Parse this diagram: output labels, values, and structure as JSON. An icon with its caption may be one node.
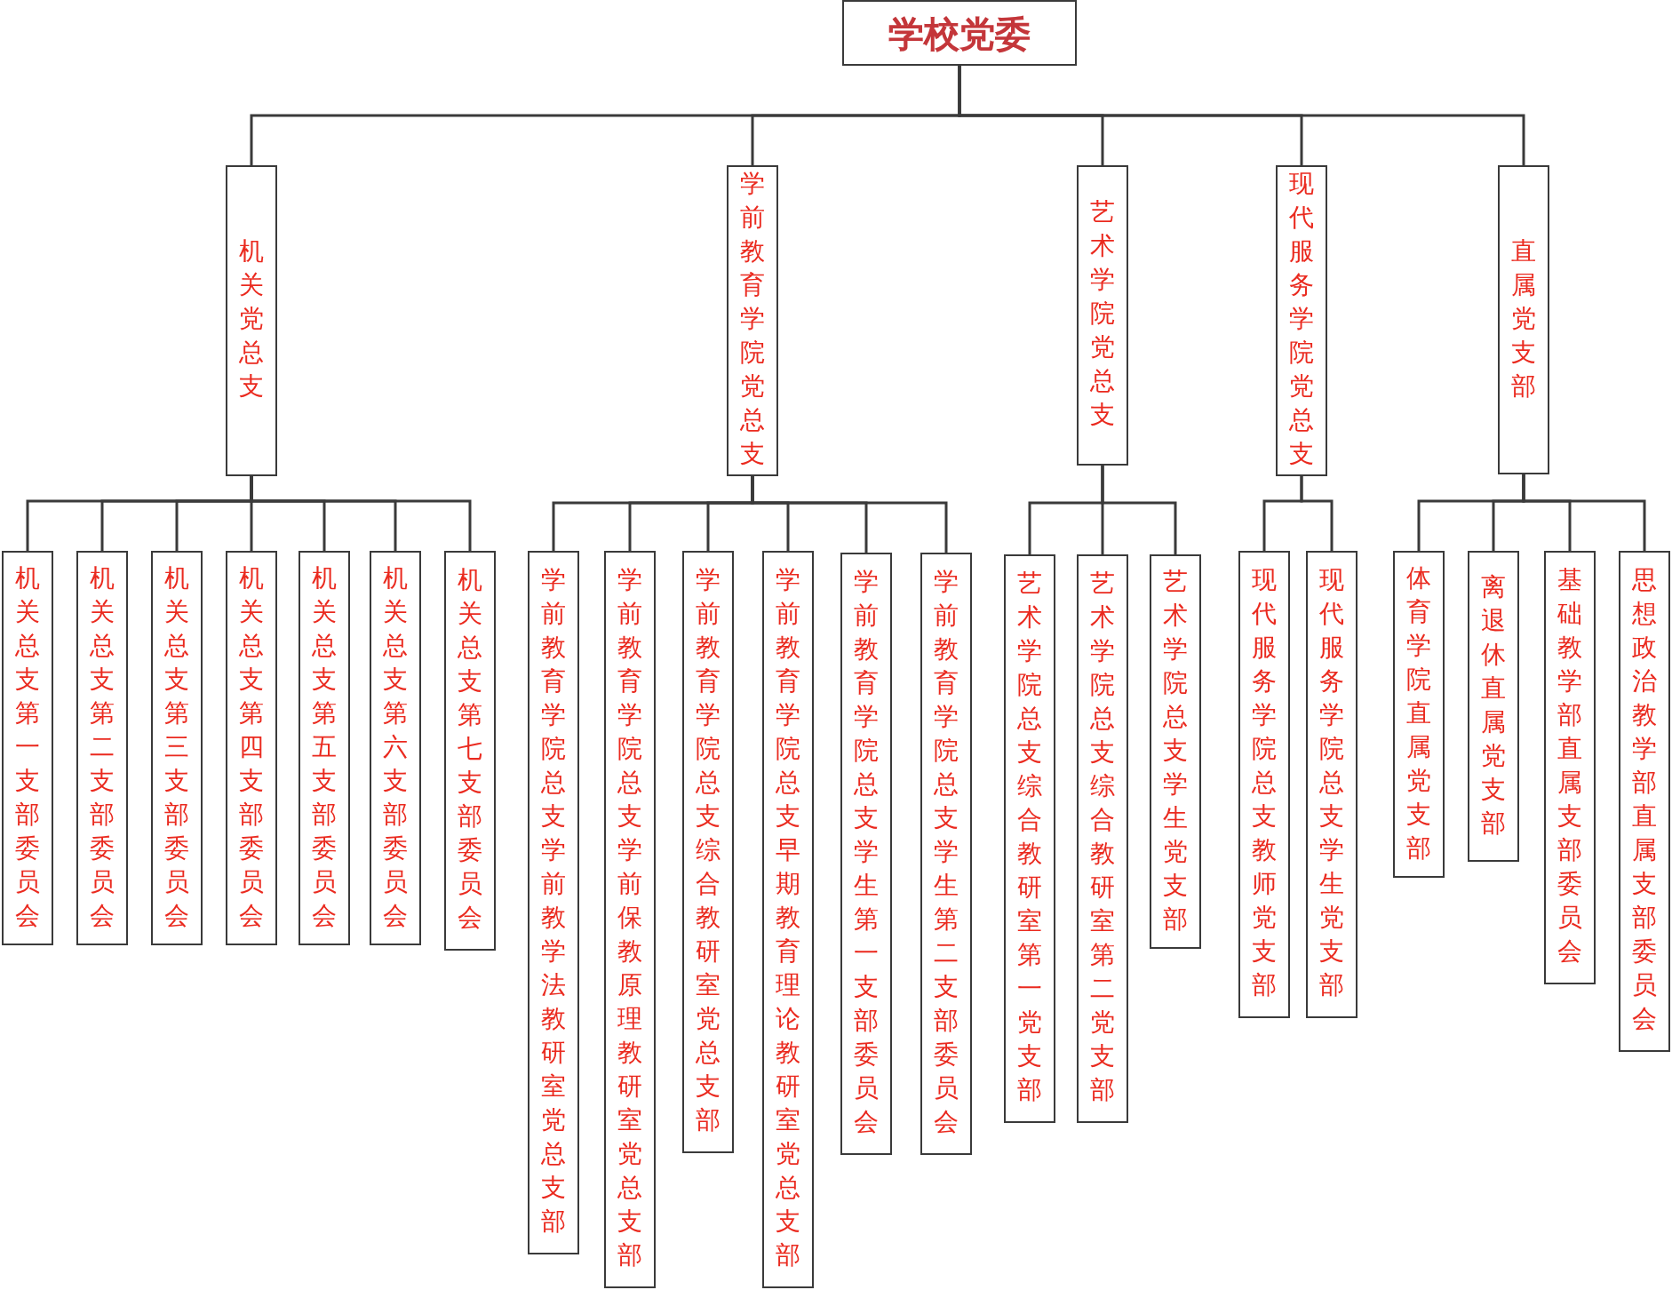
{
  "diagram": {
    "nodes": [
      {
        "text": [
          "学校党委"
        ]
      },
      {
        "text": [
          "机关党总支"
        ]
      },
      {
        "text": [
          "学前教育学院党总支"
        ]
      },
      {
        "text": [
          "艺术学院党总支"
        ]
      },
      {
        "text": [
          "现代服务学院党总支"
        ]
      },
      {
        "text": [
          "直属党支部"
        ]
      },
      {
        "text": [
          "机关总支第一支部委员会"
        ]
      },
      {
        "text": [
          "机关总支第二支部委员会"
        ]
      },
      {
        "text": [
          "机关总支第三支部委员会"
        ]
      },
      {
        "text": [
          "机关总支第四支部委员会"
        ]
      },
      {
        "text": [
          "机关总支第五支部委员会"
        ]
      },
      {
        "text": [
          "机关总支第六支部委员会"
        ]
      },
      {
        "text": [
          "机关总支第七支部委员会"
        ]
      },
      {
        "text": [
          "学前教育学院总支学前教学法教研室党总支部"
        ]
      },
      {
        "text": [
          "学前教育学院总支学前保教原理教研室党总支部"
        ]
      },
      {
        "text": [
          "学前教育学院总支综合教研室党总支部"
        ]
      },
      {
        "text": [
          "学前教育学院总支早期教育理论教研室党总支部"
        ]
      },
      {
        "text": [
          "学前教育学院总支学生第一支部委员会"
        ]
      },
      {
        "text": [
          "学前教育学院总支学生第二支部委员会"
        ]
      },
      {
        "text": [
          "艺术学院总支综合教研室第一党支部"
        ]
      },
      {
        "text": [
          "艺术学院总支综合教研室第二党支部"
        ]
      },
      {
        "text": [
          "艺术学院总支学生党支部"
        ]
      },
      {
        "text": [
          "现代服务学院总支教师党支部"
        ]
      },
      {
        "text": [
          "现代服务学院总支学生党支部"
        ]
      },
      {
        "text": [
          "体育学院直属党支部"
        ]
      },
      {
        "text": [
          "离退休直属党支部"
        ]
      },
      {
        "text": [
          "基础教学部直属支部委员会"
        ]
      },
      {
        "text": [
          "思想政治教学部直属支部委员会"
        ]
      }
    ],
    "edges": [
      {
        "from": 0,
        "to": 1,
        "arrow": "none"
      },
      {
        "from": 0,
        "to": 2,
        "arrow": "none"
      },
      {
        "from": 0,
        "to": 3,
        "arrow": "none"
      },
      {
        "from": 0,
        "to": 4,
        "arrow": "none"
      },
      {
        "from": 0,
        "to": 5,
        "arrow": "none"
      },
      {
        "from": 1,
        "to": 6,
        "arrow": "none"
      },
      {
        "from": 1,
        "to": 7,
        "arrow": "none"
      },
      {
        "from": 1,
        "to": 8,
        "arrow": "none"
      },
      {
        "from": 1,
        "to": 9,
        "arrow": "none"
      },
      {
        "from": 1,
        "to": 10,
        "arrow": "none"
      },
      {
        "from": 1,
        "to": 11,
        "arrow": "none"
      },
      {
        "from": 1,
        "to": 12,
        "arrow": "none"
      },
      {
        "from": 2,
        "to": 13,
        "arrow": "none"
      },
      {
        "from": 2,
        "to": 14,
        "arrow": "none"
      },
      {
        "from": 2,
        "to": 15,
        "arrow": "none"
      },
      {
        "from": 2,
        "to": 16,
        "arrow": "none"
      },
      {
        "from": 2,
        "to": 17,
        "arrow": "none"
      },
      {
        "from": 2,
        "to": 18,
        "arrow": "none"
      },
      {
        "from": 3,
        "to": 19,
        "arrow": "none"
      },
      {
        "from": 3,
        "to": 20,
        "arrow": "none"
      },
      {
        "from": 3,
        "to": 21,
        "arrow": "none"
      },
      {
        "from": 4,
        "to": 22,
        "arrow": "none"
      },
      {
        "from": 4,
        "to": 23,
        "arrow": "none"
      },
      {
        "from": 5,
        "to": 24,
        "arrow": "none"
      },
      {
        "from": 5,
        "to": 25,
        "arrow": "none"
      },
      {
        "from": 5,
        "to": 26,
        "arrow": "none"
      },
      {
        "from": 5,
        "to": 27,
        "arrow": "none"
      }
    ]
  }
}
